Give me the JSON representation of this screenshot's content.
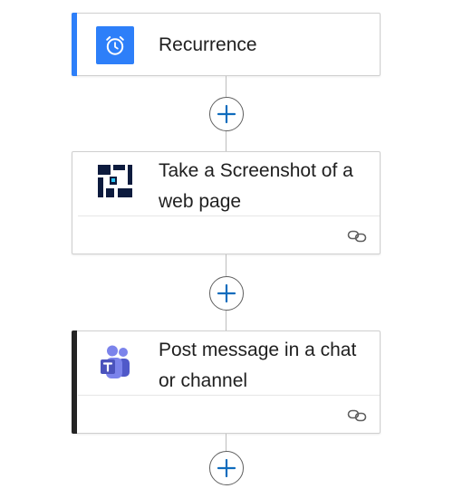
{
  "flow": {
    "steps": [
      {
        "title": "Recurrence",
        "icon": "alarm-clock-icon",
        "accent": "#2d7ff9"
      },
      {
        "title": "Take a Screenshot of a web page",
        "icon": "screenshot-service-logo",
        "accent": "#0d1b3e"
      },
      {
        "title": "Post message in a chat or channel",
        "icon": "microsoft-teams-icon",
        "accent": "#242424"
      }
    ],
    "add_step_icon": "plus-icon",
    "connection_icon": "link-icon"
  },
  "colors": {
    "recurrence_blue": "#2d7ff9",
    "plus_blue": "#0f6cbd",
    "teams_purple": "#5b5fc7",
    "teams_stripe": "#242424"
  }
}
